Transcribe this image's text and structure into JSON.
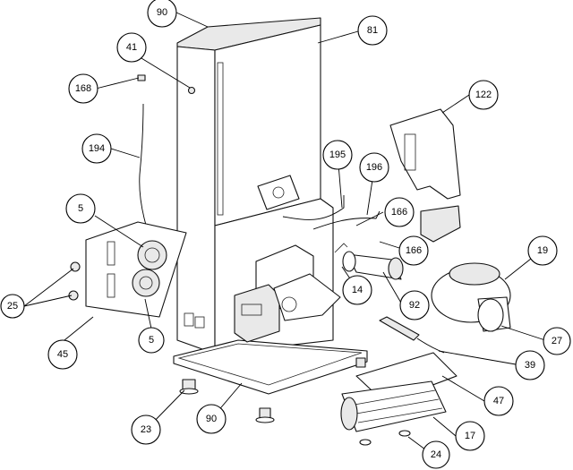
{
  "callouts": [
    {
      "id": "c90top",
      "label": "90"
    },
    {
      "id": "c41",
      "label": "41"
    },
    {
      "id": "c81",
      "label": "81"
    },
    {
      "id": "c168",
      "label": "168"
    },
    {
      "id": "c122",
      "label": "122"
    },
    {
      "id": "c194",
      "label": "194"
    },
    {
      "id": "c195",
      "label": "195"
    },
    {
      "id": "c196",
      "label": "196"
    },
    {
      "id": "c5a",
      "label": "5"
    },
    {
      "id": "c166a",
      "label": "166"
    },
    {
      "id": "c166b",
      "label": "166"
    },
    {
      "id": "c19",
      "label": "19"
    },
    {
      "id": "c25",
      "label": "25"
    },
    {
      "id": "c14",
      "label": "14"
    },
    {
      "id": "c92",
      "label": "92"
    },
    {
      "id": "c27",
      "label": "27"
    },
    {
      "id": "c45",
      "label": "45"
    },
    {
      "id": "c5b",
      "label": "5"
    },
    {
      "id": "c39",
      "label": "39"
    },
    {
      "id": "c47",
      "label": "47"
    },
    {
      "id": "c23",
      "label": "23"
    },
    {
      "id": "c90bot",
      "label": "90"
    },
    {
      "id": "c17",
      "label": "17"
    },
    {
      "id": "c24",
      "label": "24"
    }
  ]
}
